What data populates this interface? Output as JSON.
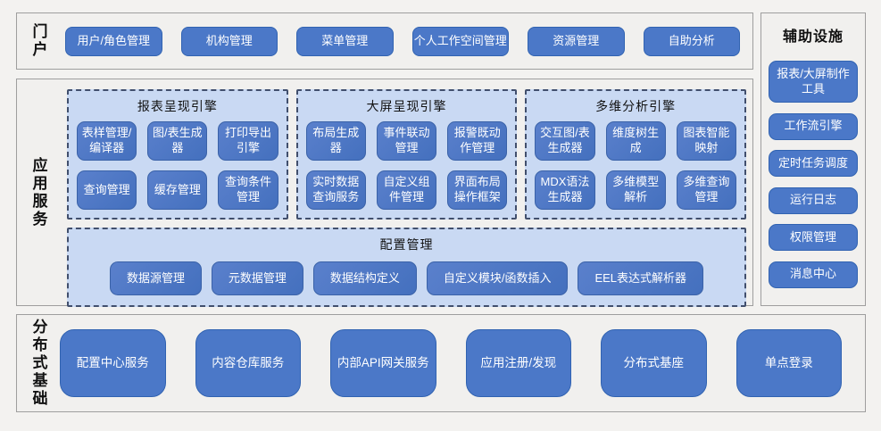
{
  "colors": {
    "page_background": "#f3f2f0",
    "section_border": "#9e9e9e",
    "button_blue": "#4b78c8",
    "button_border": "#3163b1",
    "panel_background": "#c9d9f3",
    "panel_dashed_border": "#414f6d",
    "button_text": "#ffffff",
    "label_text": "#111111"
  },
  "portal": {
    "label": "门户",
    "items": [
      "用户/角色管理",
      "机构管理",
      "菜单管理",
      "个人工作空间管理",
      "资源管理",
      "自助分析"
    ]
  },
  "app_services": {
    "label": "应用服务",
    "panels": [
      {
        "title": "报表呈现引擎",
        "items": [
          "表样管理/编译器",
          "图/表生成器",
          "打印导出引擎",
          "查询管理",
          "缓存管理",
          "查询条件管理"
        ]
      },
      {
        "title": "大屏呈现引擎",
        "items": [
          "布局生成器",
          "事件联动管理",
          "报警既动作管理",
          "实时数据查询服务",
          "自定义组件管理",
          "界面布局操作框架"
        ]
      },
      {
        "title": "多维分析引擎",
        "items": [
          "交互图/表生成器",
          "维度树生成",
          "图表智能映射",
          "MDX语法生成器",
          "多维模型解析",
          "多维查询管理"
        ]
      }
    ],
    "config_panel": {
      "title": "配置管理",
      "items": [
        "数据源管理",
        "元数据管理",
        "数据结构定义",
        "自定义模块/函数插入",
        "EEL表达式解析器"
      ]
    }
  },
  "auxiliary": {
    "title": "辅助设施",
    "items": [
      "报表/大屏制作工具",
      "工作流引擎",
      "定时任务调度",
      "运行日志",
      "权限管理",
      "消息中心"
    ]
  },
  "distributed": {
    "label": "分布式基础",
    "items": [
      "配置中心服务",
      "内容仓库服务",
      "内部API网关服务",
      "应用注册/发现",
      "分布式基座",
      "单点登录"
    ]
  }
}
